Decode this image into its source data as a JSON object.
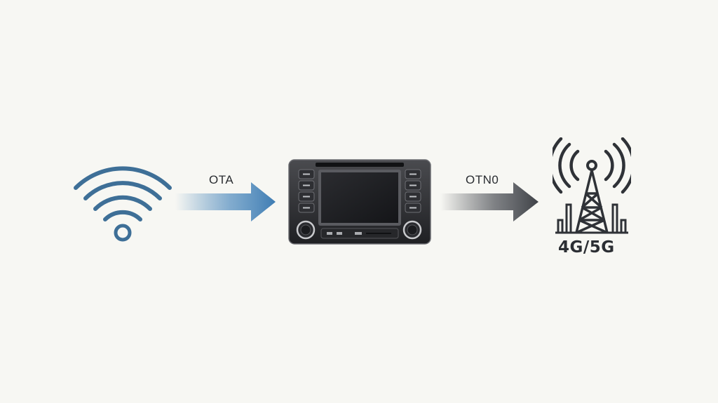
{
  "diagram": {
    "source": {
      "icon": "wifi-icon",
      "color": "#3e6f97"
    },
    "left_link": {
      "label": "OTA",
      "color": "#4a86b8"
    },
    "center_device": {
      "icon": "car-head-unit-icon"
    },
    "right_link": {
      "label": "OTN0",
      "color": "#474a50"
    },
    "target": {
      "icon": "cell-tower-icon",
      "caption": "4G/5G",
      "color": "#2f3237"
    }
  }
}
